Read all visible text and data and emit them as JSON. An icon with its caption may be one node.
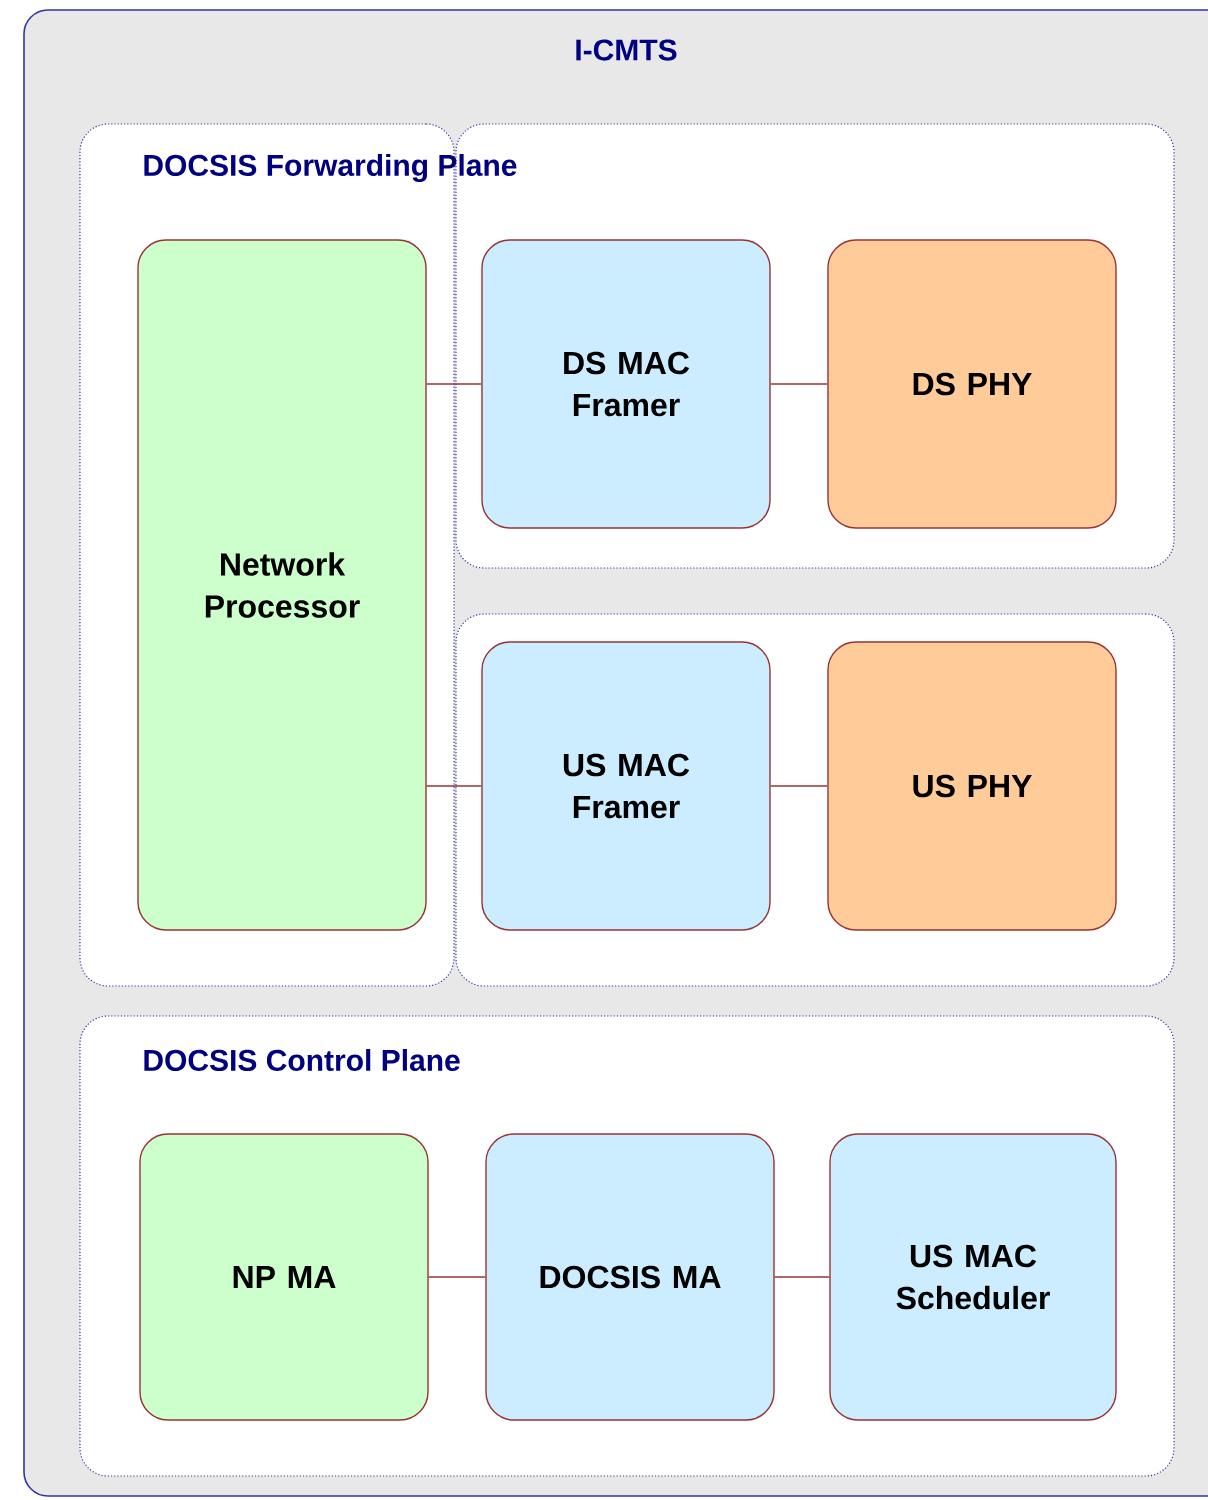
{
  "diagram": {
    "nodes": [
      {
        "text": [
          "I-CMTS"
        ]
      },
      {
        "text": [
          "DOCSIS Forwarding Plane"
        ],
        "in": 0
      },
      {
        "text": [
          "Network Processor"
        ],
        "in": 1
      },
      {
        "text": [],
        "shape": "box",
        "in": 0
      },
      {
        "text": [
          "DS MAC Framer"
        ],
        "in": 3
      },
      {
        "text": [
          "DS PHY"
        ],
        "in": 3
      },
      {
        "text": [],
        "shape": "box",
        "in": 0
      },
      {
        "text": [
          "US MAC Framer"
        ],
        "in": 6
      },
      {
        "text": [
          "US PHY"
        ],
        "in": 6
      },
      {
        "text": [
          "DOCSIS Control Plane"
        ],
        "in": 0
      },
      {
        "text": [
          "NP MA"
        ],
        "in": 9
      },
      {
        "text": [
          "DOCSIS MA"
        ],
        "in": 9
      },
      {
        "text": [
          "US MAC Scheduler"
        ],
        "in": 9
      }
    ],
    "edges": [
      {
        "from": 2,
        "to": 4,
        "arrow": "none"
      },
      {
        "from": 4,
        "to": 5,
        "arrow": "none"
      },
      {
        "from": 2,
        "to": 7,
        "arrow": "none"
      },
      {
        "from": 7,
        "to": 8,
        "arrow": "none"
      },
      {
        "from": 10,
        "to": 11,
        "arrow": "none"
      },
      {
        "from": 11,
        "to": 12,
        "arrow": "none"
      }
    ]
  }
}
